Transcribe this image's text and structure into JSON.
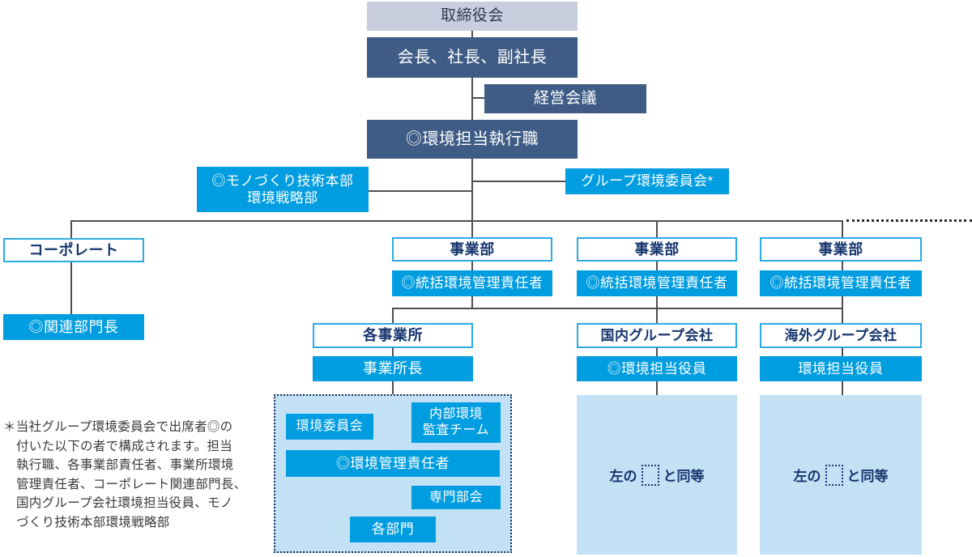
{
  "colors": {
    "header_gray": "#c9cede",
    "dark_blue": "#3e5c85",
    "cyan": "#009de0",
    "panel_light_blue": "#c3e1f5",
    "navy_text": "#16356e",
    "connector_gray": "#4f4f4f"
  },
  "diagram": {
    "nodes": {
      "board": "取締役会",
      "executives": "会長、社長、副社長",
      "management_council": "経営会議",
      "env_executive": "◎環境担当執行職",
      "monozukuri_line1": "◎モノづくり技術本部",
      "monozukuri_line2": "環境戦略部",
      "group_env_committee": "グループ環境委員会*",
      "corporate": "コーポレート",
      "related_dept_head": "◎関連部門長",
      "business_division": "事業部",
      "chief_env_manager": "◎統括環境管理責任者",
      "each_site": "各事業所",
      "site_manager": "事業所長",
      "env_committee": "環境委員会",
      "internal_audit_line1": "内部環境",
      "internal_audit_line2": "監査チーム",
      "env_manager": "◎環境管理責任者",
      "expert_subcommittee": "専門部会",
      "each_department": "各部門",
      "domestic_group": "国内グループ会社",
      "overseas_group": "海外グループ会社",
      "domestic_env_officer": "◎環境担当役員",
      "overseas_env_officer": "環境担当役員"
    },
    "equivalence": {
      "prefix": "左の",
      "suffix": "と同等"
    },
    "footnote": {
      "lines": [
        "＊当社グループ環境委員会で出席者◎の",
        "付いた以下の者で構成されます。担当",
        "執行職、各事業部責任者、事業所環境",
        "管理責任者、コーポレート関連部門長、",
        "国内グループ会社環境担当役員、モノ",
        "づくり技術本部環境戦略部"
      ]
    }
  }
}
